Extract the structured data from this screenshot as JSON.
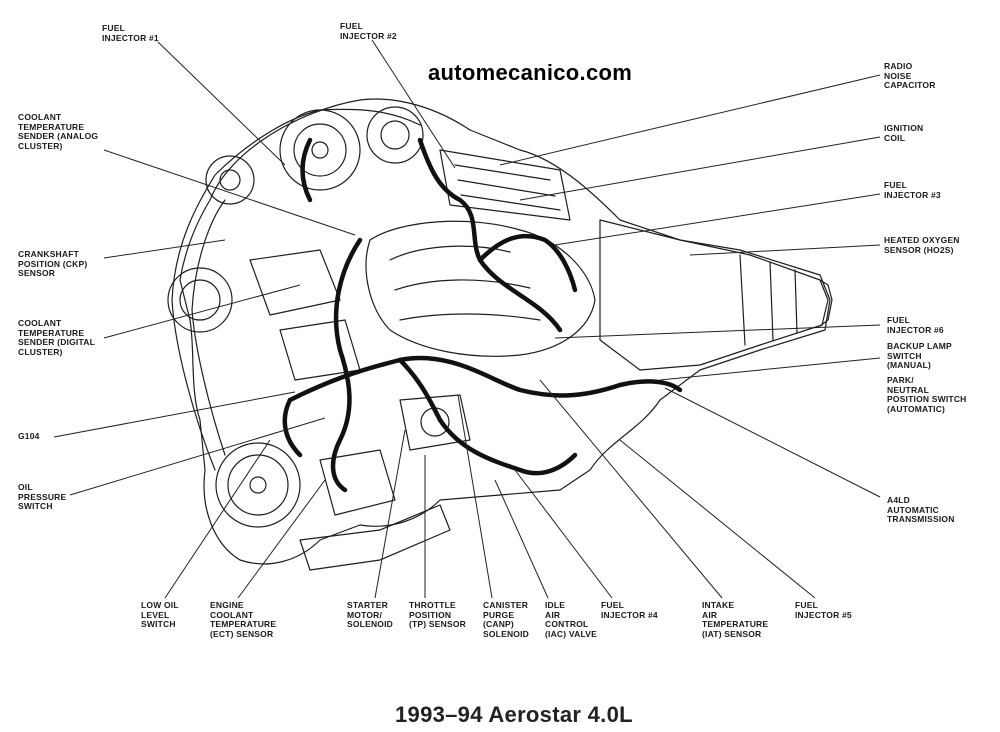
{
  "site_title": "automecanico.com",
  "caption": "1993–94 Aerostar 4.0L",
  "labels": {
    "fuel_injector_1": "FUEL\nINJECTOR #1",
    "fuel_injector_2": "FUEL\nINJECTOR #2",
    "radio_noise_capacitor": "RADIO\nNOISE\nCAPACITOR",
    "ignition_coil": "IGNITION\nCOIL",
    "fuel_injector_3": "FUEL\nINJECTOR #3",
    "heated_oxygen_sensor": "HEATED OXYGEN\nSENSOR (HO2S)",
    "fuel_injector_6": "FUEL\nINJECTOR #6",
    "backup_lamp_switch": "BACKUP LAMP\nSWITCH\n(MANUAL)",
    "park_neutral_switch": "PARK/\nNEUTRAL\nPOSITION SWITCH\n(AUTOMATIC)",
    "a4ld_transmission": "A4LD\nAUTOMATIC\nTRANSMISSION",
    "coolant_sender_analog": "COOLANT\nTEMPERATURE\nSENDER (ANALOG\nCLUSTER)",
    "ckp_sensor": "CRANKSHAFT\nPOSITION (CKP)\nSENSOR",
    "coolant_sender_digital": "COOLANT\nTEMPERATURE\nSENDER (DIGITAL\nCLUSTER)",
    "g104": "G104",
    "oil_pressure_switch": "OIL\nPRESSURE\nSWITCH",
    "low_oil_level_switch": "LOW OIL\nLEVEL\nSWITCH",
    "ect_sensor": "ENGINE\nCOOLANT\nTEMPERATURE\n(ECT) SENSOR",
    "starter_motor": "STARTER\nMOTOR/\nSOLENOID",
    "tp_sensor": "THROTTLE\nPOSITION\n(TP) SENSOR",
    "canp_solenoid": "CANISTER\nPURGE\n(CANP)\nSOLENOID",
    "iac_valve": "IDLE\nAIR\nCONTROL\n(IAC) VALVE",
    "fuel_injector_4": "FUEL\nINJECTOR #4",
    "iat_sensor": "INTAKE\nAIR\nTEMPERATURE\n(IAT) SENSOR",
    "fuel_injector_5": "FUEL\nINJECTOR #5"
  }
}
